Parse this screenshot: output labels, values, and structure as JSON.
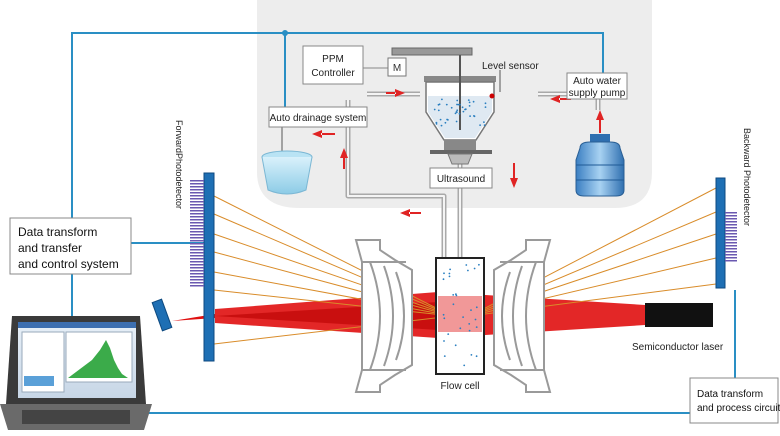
{
  "labels": {
    "ppm_controller": [
      "PPM",
      "Controller"
    ],
    "level_sensor": "Level sensor",
    "auto_water_supply_pump": [
      "Auto water",
      "supply pump"
    ],
    "auto_drainage_system": "Auto drainage system",
    "ultrasound": "Ultrasound",
    "data_transform_control": [
      "Data transform",
      "and transfer",
      "and control system"
    ],
    "forward_photodetector": "ForwardPhotodetector",
    "backward_photodetector": "Backward Photodetector",
    "semiconductor_laser": "Semiconductor laser",
    "flow_cell": "Flow cell",
    "data_transform_process": [
      "Data transform",
      "and process circuit"
    ],
    "motor_symbol": "M"
  },
  "colors": {
    "signal_wire": "#2a8fc4",
    "detector_bar": "#1e6fb4",
    "detector_teeth": "#6a58b0",
    "laser_beam": "#e01010",
    "scatter_rays": "#d98c2a",
    "flow_arrows": "#e02424",
    "panel_background": "#ededed",
    "pipe": "#b0b0b0"
  }
}
